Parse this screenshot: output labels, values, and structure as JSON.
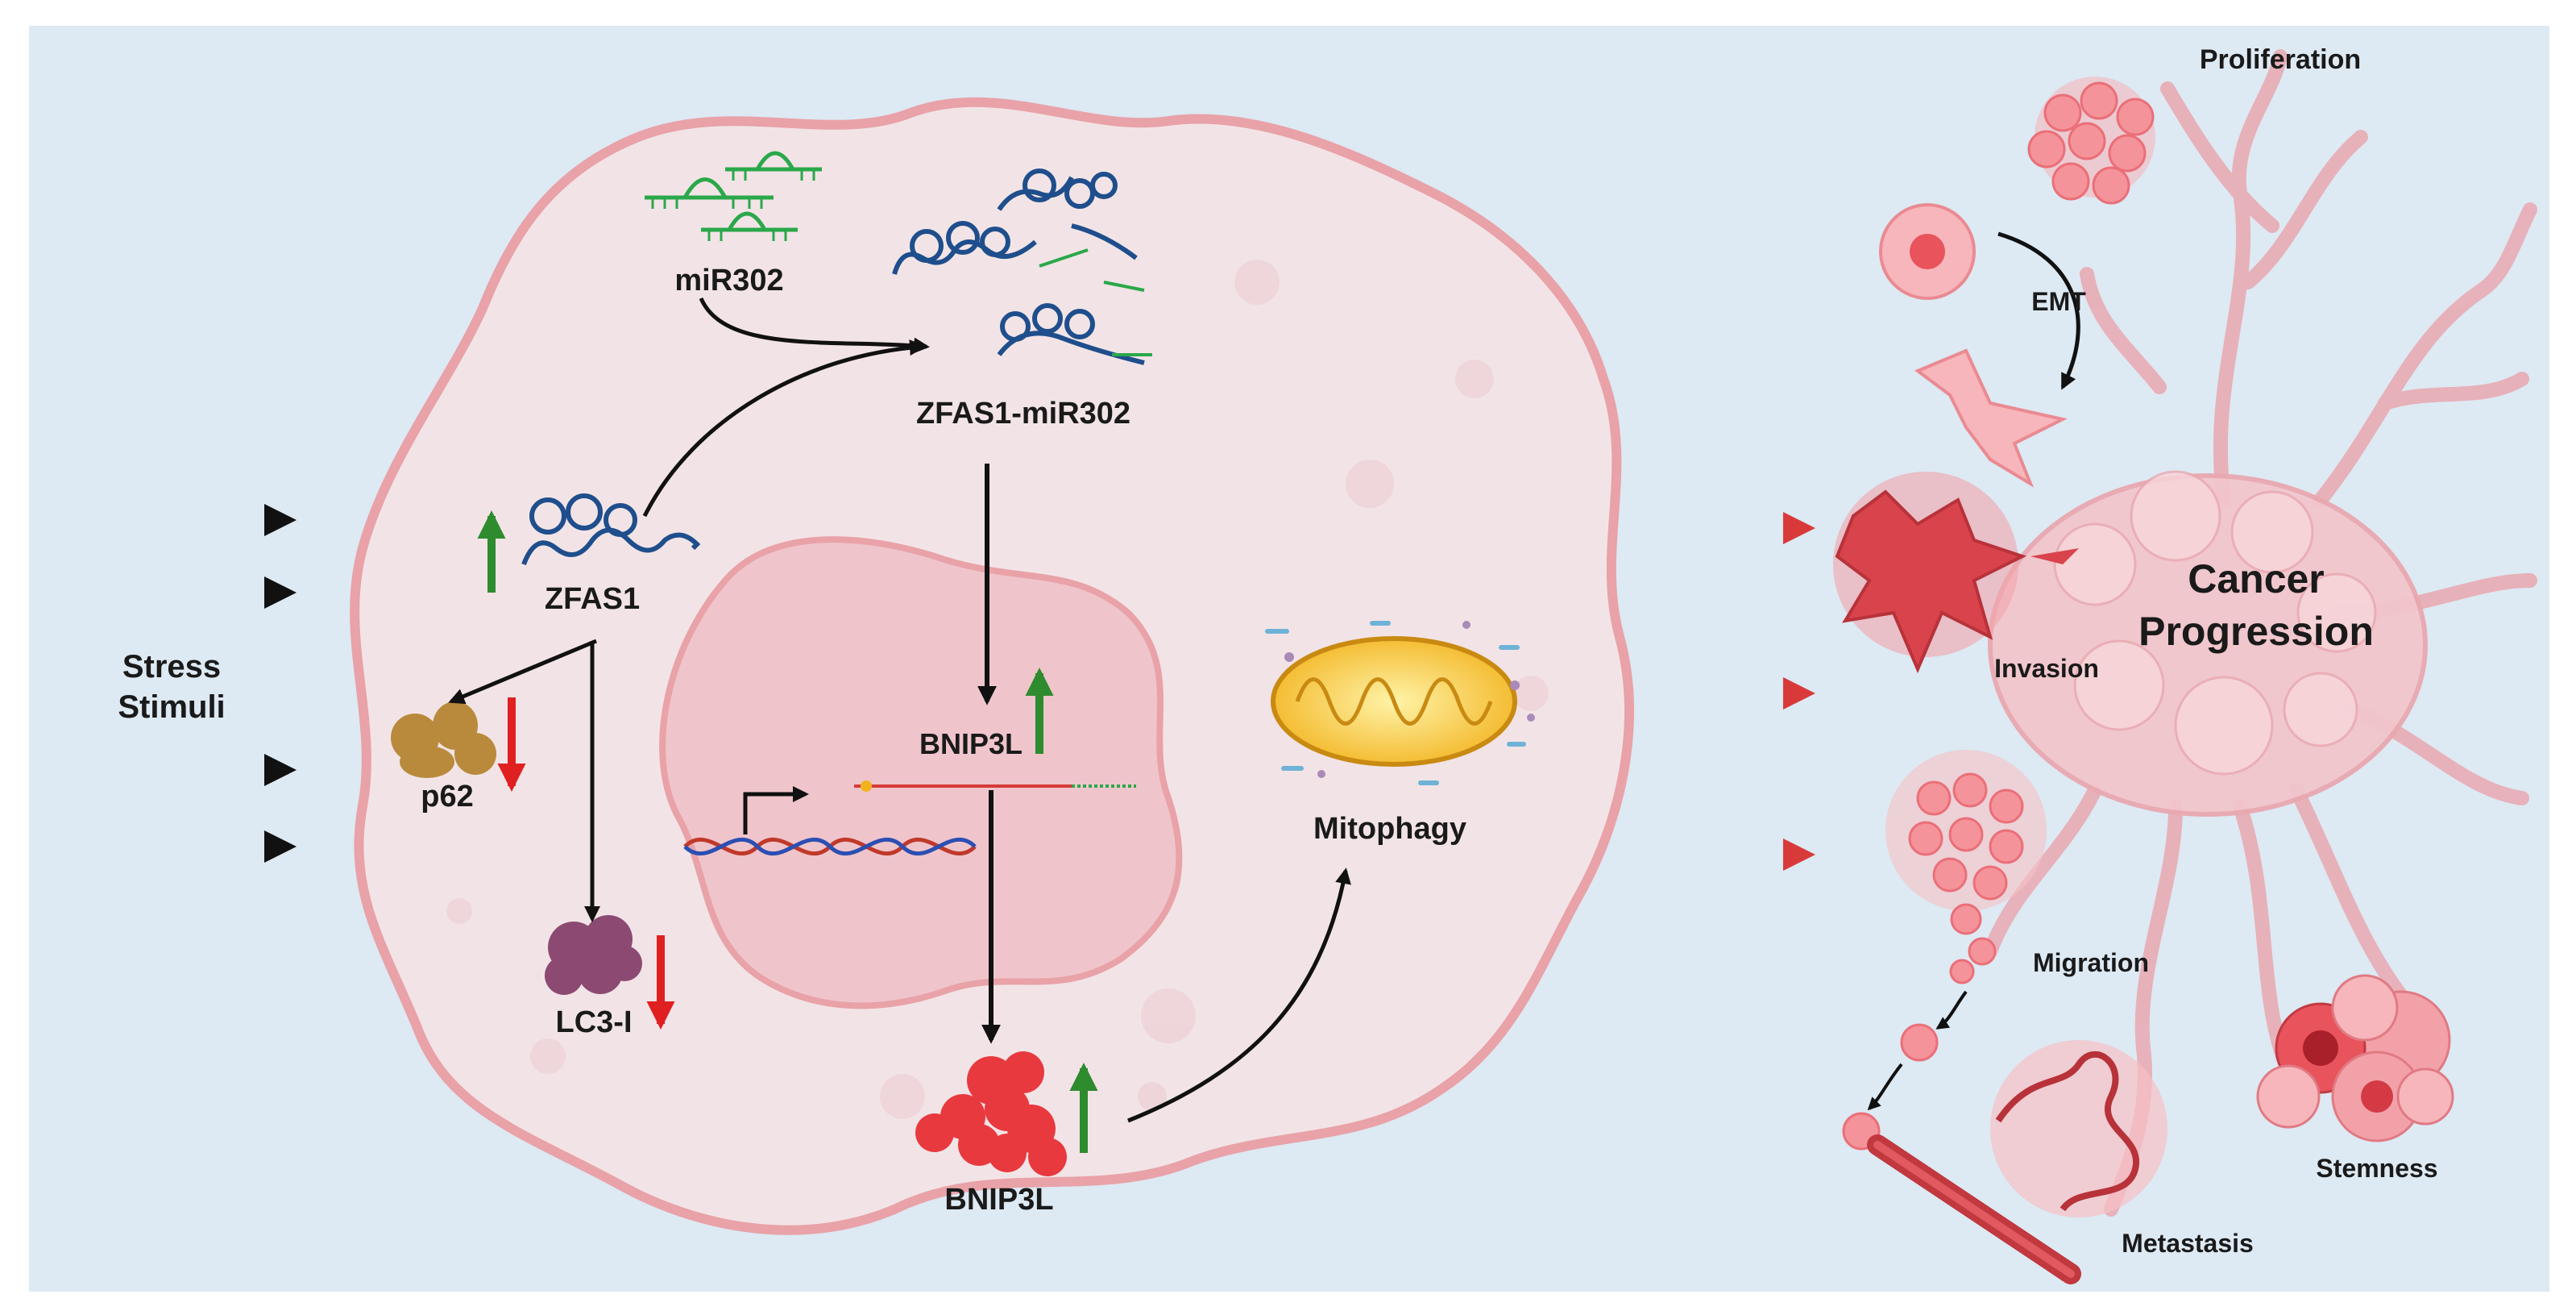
{
  "labels": {
    "stress_line1": "Stress",
    "stress_line2": "Stimuli",
    "mir302": "miR302",
    "zfas1_mir302": "ZFAS1-miR302",
    "zfas1": "ZFAS1",
    "p62": "p62",
    "lc3i": "LC3-I",
    "bnip3l_gene": "BNIP3L",
    "bnip3l_protein": "BNIP3L",
    "mitophagy": "Mitophagy",
    "proliferation": "Proliferation",
    "emt": "EMT",
    "cancer_line1": "Cancer",
    "cancer_line2": "Progression",
    "invasion": "Invasion",
    "migration": "Migration",
    "metastasis": "Metastasis",
    "stemness": "Stemness"
  },
  "regulation": {
    "zfas1": "up",
    "p62": "down",
    "lc3i": "down",
    "bnip3l_gene": "up",
    "bnip3l_protein": "up"
  },
  "colors": {
    "background": "#dde9f3",
    "cell_fill": "#f2e4e6",
    "cell_border": "#e8a2a8",
    "nucleus_fill": "#efc5cb",
    "up_arrow": "#2e8b2e",
    "down_arrow": "#e02020",
    "output_arrow": "#d83a3a",
    "rna": "#1f4e8c",
    "mirna": "#2aa84a",
    "tumor": "#f08c90"
  }
}
